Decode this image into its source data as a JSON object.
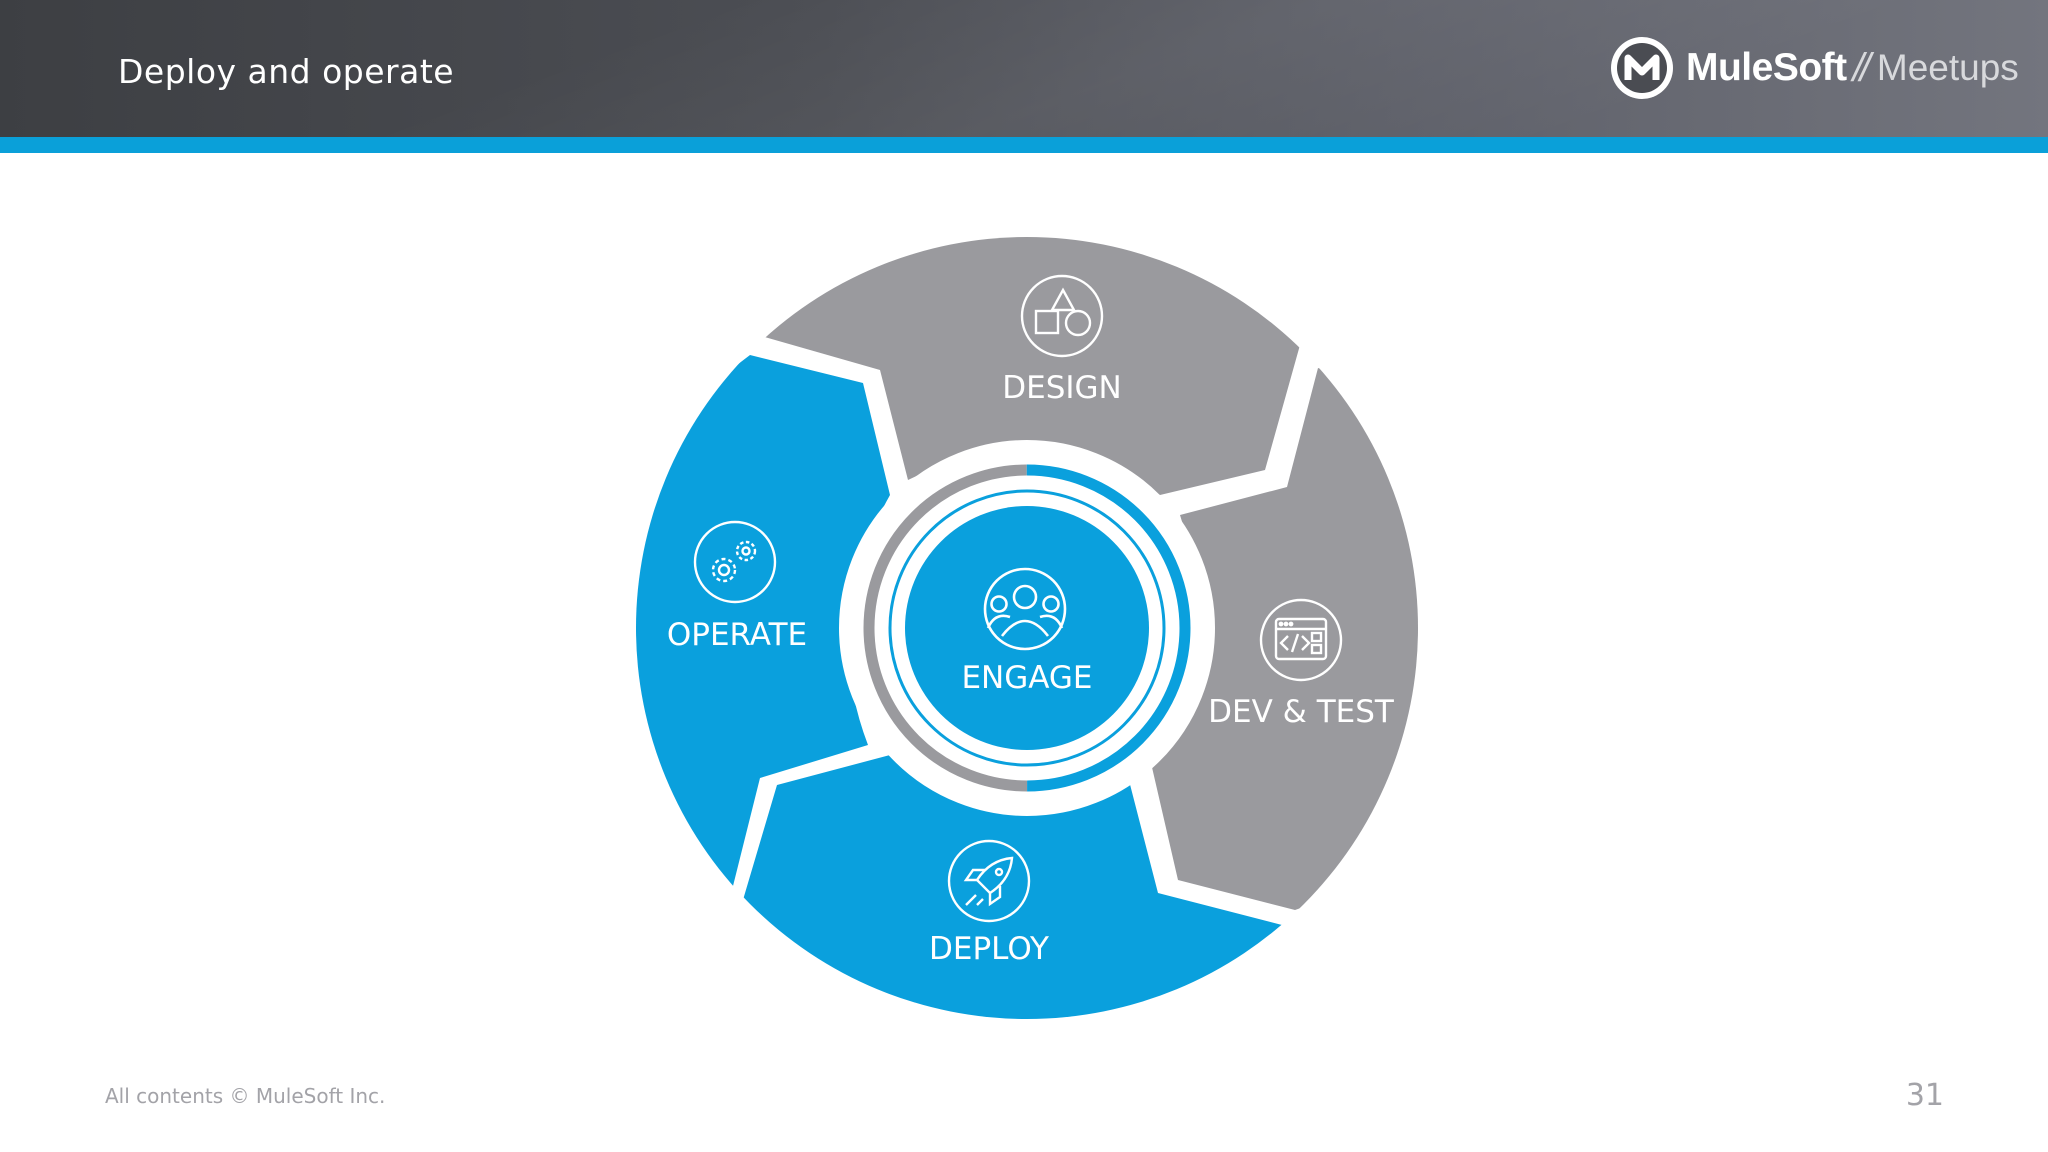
{
  "slide": {
    "title": "Deploy and operate",
    "page_number": "31",
    "footer": "All contents © MuleSoft Inc."
  },
  "brand": {
    "name": "MuleSoft",
    "separator": "//",
    "sub": "Meetups"
  },
  "colors": {
    "accent": "#0aa0d9",
    "segment_grey": "#9a9a9e",
    "segment_blue": "#0aa0dd",
    "header_dark": "#3d3f43"
  },
  "cycle": {
    "center": {
      "label": "ENGAGE",
      "icon": "people-group-icon"
    },
    "segments": [
      {
        "label": "DESIGN",
        "icon": "shapes-icon"
      },
      {
        "label": "DEV & TEST",
        "icon": "code-window-icon"
      },
      {
        "label": "DEPLOY",
        "icon": "rocket-icon"
      },
      {
        "label": "OPERATE",
        "icon": "gears-icon"
      }
    ]
  }
}
